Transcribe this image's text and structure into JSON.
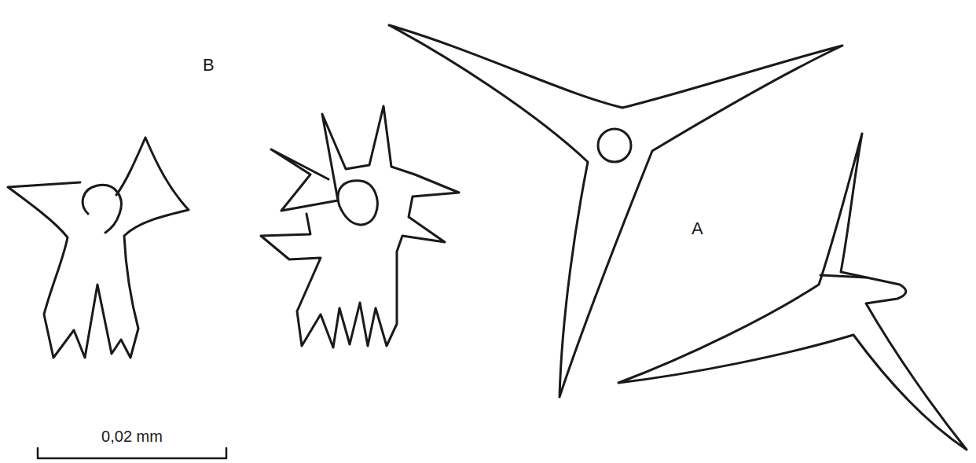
{
  "diagram": {
    "labels": [
      "B",
      "A",
      "0,02 mm"
    ]
  }
}
